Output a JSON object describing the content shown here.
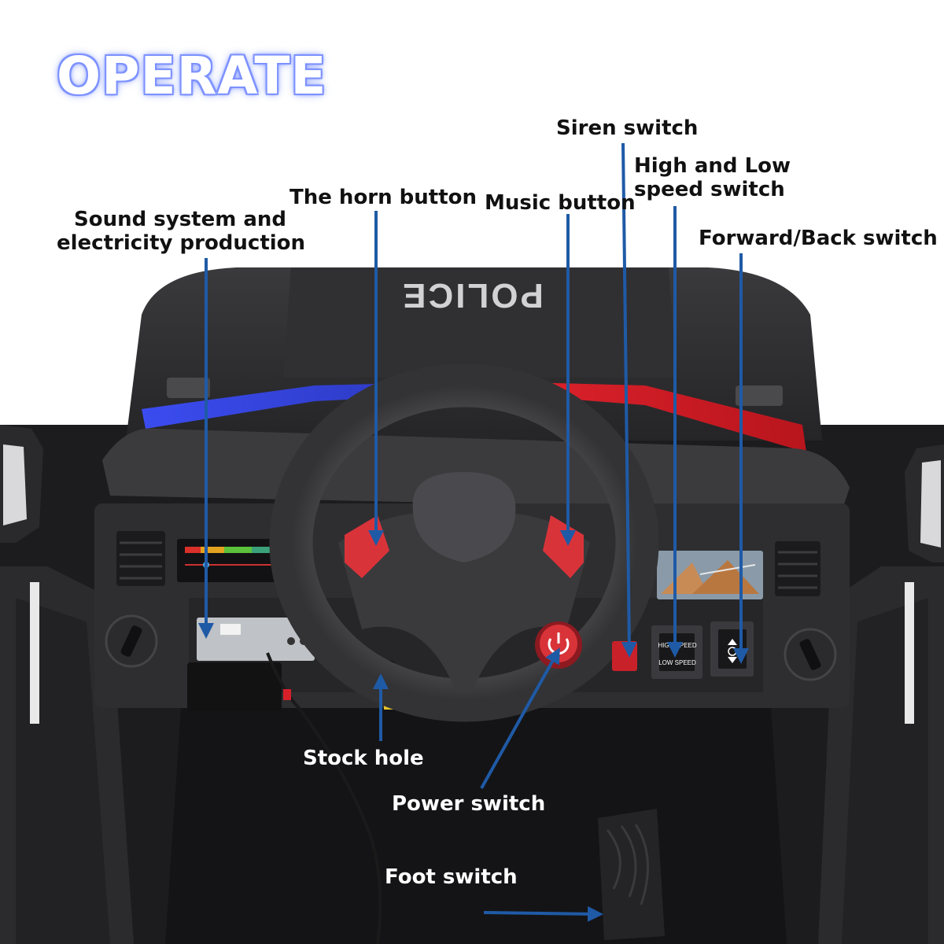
{
  "title": "OPERATE",
  "hood_text": "POLICE",
  "dash": {
    "speed_high": "HIGH SPEED",
    "speed_low": "LOW SPEED"
  },
  "labels": {
    "sound_system_line1": "Sound system and",
    "sound_system_line2": "electricity production",
    "horn_button": "The horn button",
    "music_button": "Music button",
    "siren_switch": "Siren switch",
    "speed_switch_line1": "High and Low",
    "speed_switch_line2": "speed switch",
    "forward_back_switch": "Forward/Back switch",
    "stock_hole": "Stock hole",
    "power_switch": "Power switch",
    "foot_switch": "Foot switch"
  },
  "colors": {
    "arrow": "#1f5aa6",
    "car_body": "#2a2a2c",
    "blue_light": "#2f3fd6",
    "red_light": "#d8202a",
    "button_red": "#d9333a"
  }
}
